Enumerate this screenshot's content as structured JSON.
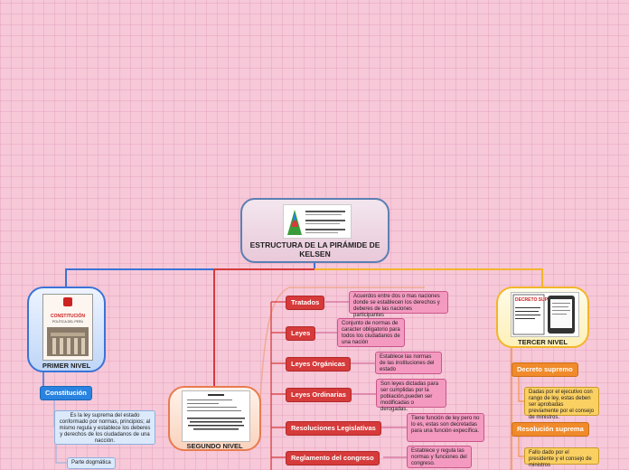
{
  "central": {
    "title": "ESTRUCTURA DE LA PIRÁMIDE DE KELSEN",
    "image": "pyramid-thumbnail"
  },
  "levels": {
    "first": {
      "label": "PRIMER NIVEL",
      "image": "constitution-book-cover",
      "image_title": "CONSTITUCIÓN",
      "image_subtitle": "POLÍTICA DEL PERÚ"
    },
    "second": {
      "label": "SEGUNDO NIVEL",
      "image": "law-document"
    },
    "third": {
      "label": "TERCER NIVEL",
      "image": "decree-document",
      "image_title": "DECRETO SUPREMO"
    }
  },
  "first_level": {
    "constitucion": {
      "label": "Constitución",
      "desc": "Es la ley suprema del estado conformado por normas, principios; al mismo regula y establece los deberes y derechos de los ciudadanos de una nacción."
    },
    "parte_dogmatica": "Parte dogmática"
  },
  "second_level": [
    {
      "label": "Tratados",
      "desc": "Acuerdos entre dos o mas naciones donde se establecen los derechos y deberes de las naciones participantes"
    },
    {
      "label": "Leyes",
      "desc": "Conjunto de normas de caracter obligatorio para todos los ciudadanos de una nación"
    },
    {
      "label": "Leyes Orgánicas",
      "desc": "Establece las normas de las instituciones del estado"
    },
    {
      "label": "Leyes Ordinarias",
      "desc": "Son leyes dictadas para ser cumplidas por la población,pueden ser modificadas o derogadas."
    },
    {
      "label": "Resoluciones Legislativas",
      "desc": "Tiene función de ley pero no lo es, estas son decretadas para una función expecífica."
    },
    {
      "label": "Reglamento del congreso",
      "desc": "Establece y regula las normas y funciones del congreso."
    }
  ],
  "third_level": [
    {
      "label": "Decreto supremo",
      "desc": "Dadas por el ejecutivo con rango de ley, estas deben ser aprobadas previamente por el consejo de ministros."
    },
    {
      "label": "Resolución suprema",
      "desc": "Fallo dado por el presidente y el consejo de ministros"
    }
  ],
  "colors": {
    "blue": "#3a73d6",
    "red": "#d63a3a",
    "orange": "#f08a2a",
    "yellow": "#f3b52a",
    "pink": "#f49ac1"
  }
}
